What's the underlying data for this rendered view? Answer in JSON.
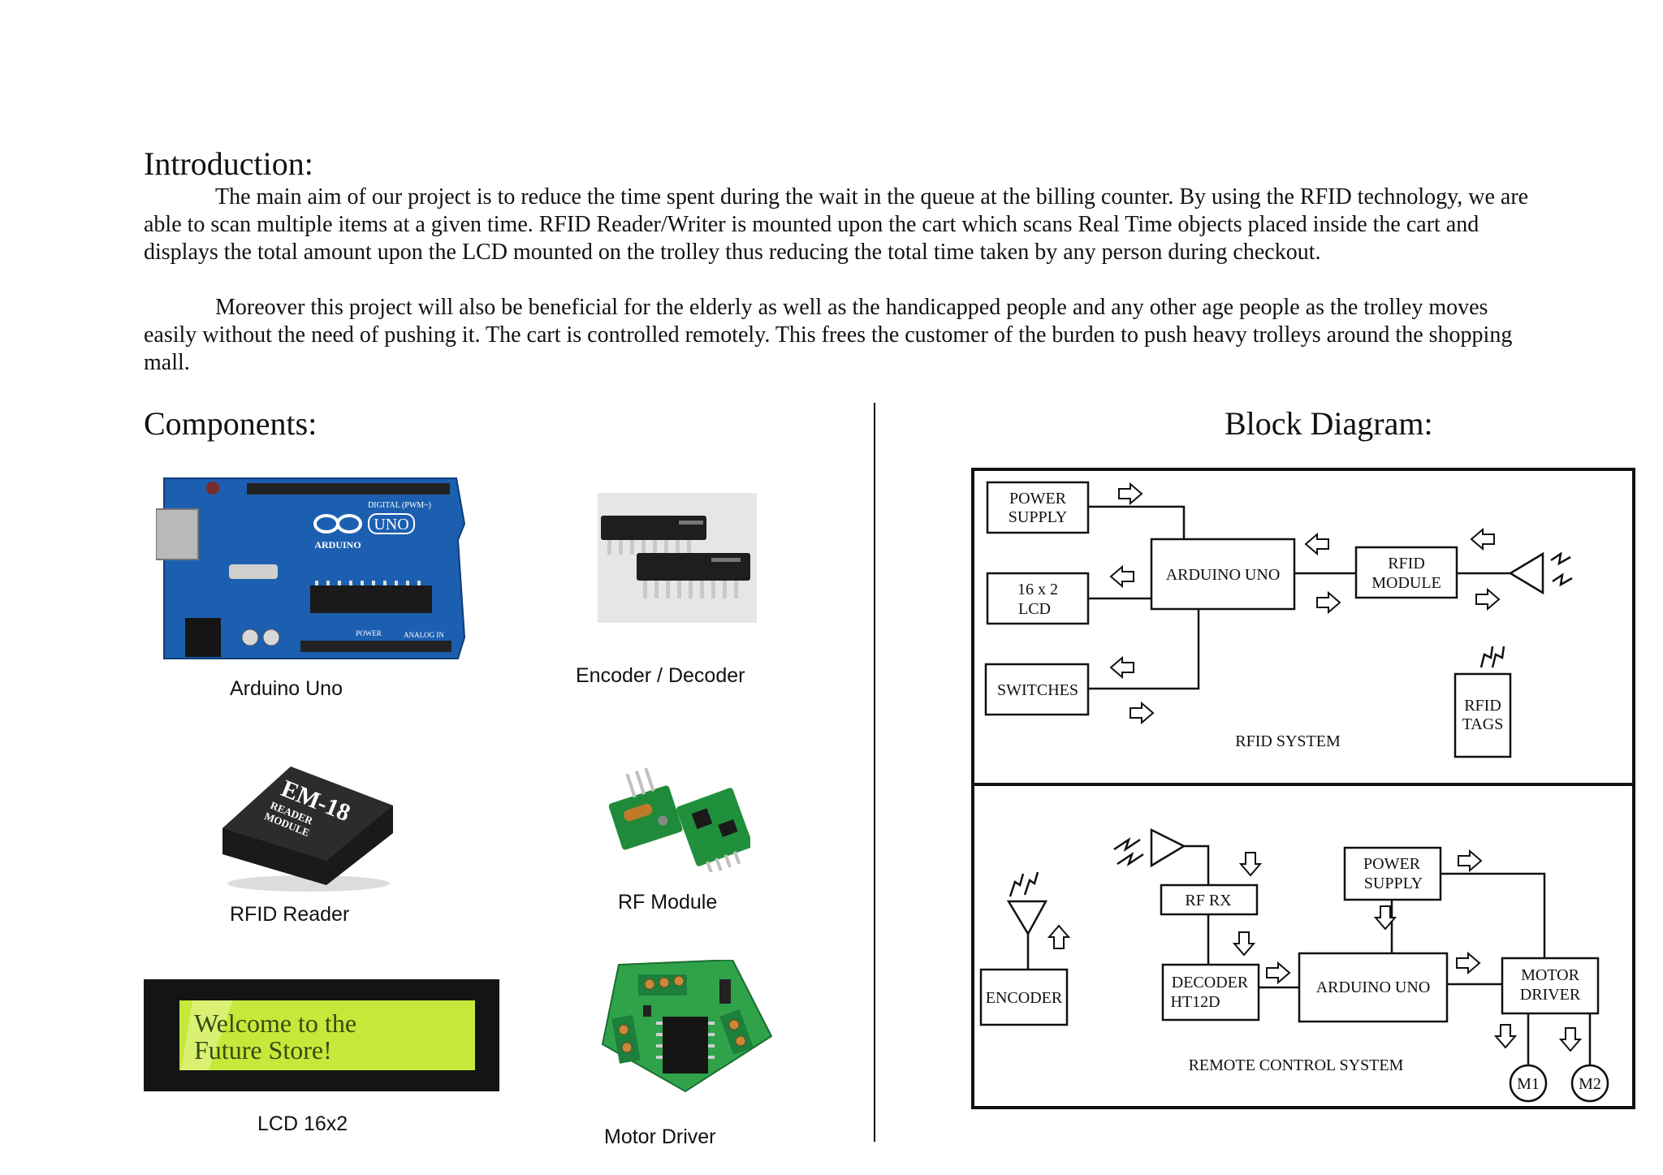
{
  "intro": {
    "heading": "Introduction:",
    "paragraphs": [
      "The main aim of our project is to reduce the time spent during the wait in the queue at the billing counter. By using the RFID technology, we are able to scan multiple items at a given time. RFID Reader/Writer is mounted upon the cart which scans Real Time objects placed inside the cart and displays the total amount upon the LCD mounted on the trolley thus reducing the total time taken by any person during checkout.",
      "Moreover this project will also be beneficial for the elderly as well as the handicapped people and any other age people as the trolley moves easily without the need of pushing it. The cart is controlled remotely. This frees the customer of the burden to push heavy trolleys around the shopping mall."
    ]
  },
  "components": {
    "heading": "Components:",
    "items": [
      {
        "caption": "Arduino Uno",
        "icon": "arduino-uno-board"
      },
      {
        "caption": "Encoder / Decoder",
        "icon": "dip-ic-chips"
      },
      {
        "caption": "RFID Reader",
        "icon": "em18-rfid-module"
      },
      {
        "caption": "RF Module",
        "icon": "rf-transmitter-receiver"
      },
      {
        "caption": "LCD  16x2",
        "icon": "lcd-16x2-display"
      },
      {
        "caption": "Motor Driver",
        "icon": "motor-driver-board"
      }
    ],
    "board_labels": {
      "uno_brand": "UNO",
      "arduino_text": "ARDUINO",
      "digital_text": "DIGITAL (PWM~)",
      "analog_text": "ANALOG IN",
      "power_text": "POWER",
      "em18_title": "EM-18",
      "em18_line1": "READER",
      "em18_line2": "MODULE",
      "lcd_line1": "Welcome to the",
      "lcd_line2": "Future Store!"
    }
  },
  "block_diagram": {
    "heading": "Block Diagram:",
    "rfid_system": {
      "label": "RFID SYSTEM",
      "power_supply": [
        "POWER",
        "SUPPLY"
      ],
      "lcd": [
        "16 x 2",
        "LCD"
      ],
      "switches": "SWITCHES",
      "arduino": "ARDUINO UNO",
      "rfid_module": [
        "RFID",
        "MODULE"
      ],
      "rfid_tags": [
        "RFID",
        "TAGS"
      ]
    },
    "remote_system": {
      "label": "REMOTE CONTROL SYSTEM",
      "encoder": "ENCODER",
      "rf_rx": "RF RX",
      "decoder": [
        "DECODER",
        "HT12D"
      ],
      "arduino": "ARDUINO UNO",
      "power_supply": [
        "POWER",
        "SUPPLY"
      ],
      "motor_driver": [
        "MOTOR",
        "DRIVER"
      ],
      "m1": "M1",
      "m2": "M2"
    }
  },
  "colors": {
    "arduino_blue": "#1c5fb0",
    "pcb_green": "#1f8a3a",
    "lcd_green": "#c6e83a",
    "chip_black": "#1e1e1e"
  }
}
